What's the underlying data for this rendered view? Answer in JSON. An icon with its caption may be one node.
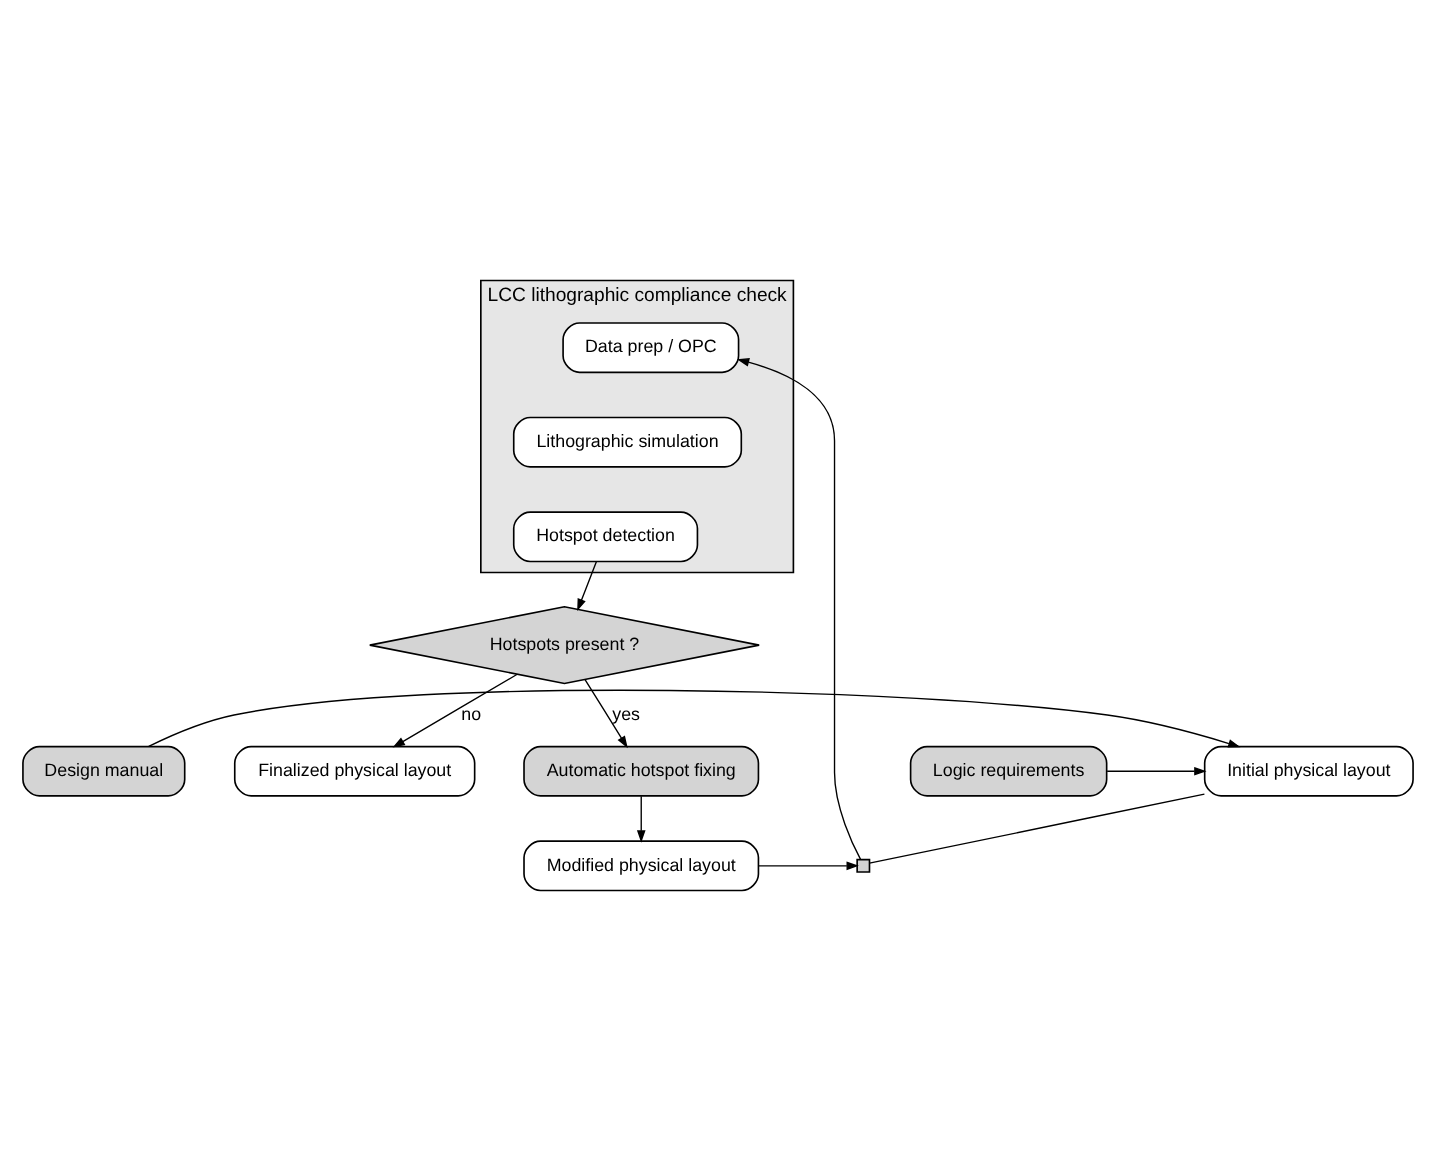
{
  "diagram": {
    "nodes": [
      {
        "text": [
          "Design manual"
        ]
      },
      {
        "text": [
          "Logic requirements"
        ]
      },
      {
        "text": [
          "Initial physical layout"
        ]
      },
      {
        "text": [
          "Modified physical layout"
        ]
      },
      {
        "text": [
          "LCC lithographic compliance check"
        ]
      },
      {
        "text": [
          "Data prep / OPC"
        ],
        "in": 4
      },
      {
        "text": [
          "Lithographic simulation"
        ],
        "in": 4
      },
      {
        "text": [
          "Hotspot detection"
        ],
        "in": 4
      },
      {
        "text": [
          "Automatic hotspot fixing"
        ]
      },
      {
        "text": [
          "Hotspots present ?"
        ]
      },
      {
        "text": [
          "Finalized physical layout"
        ]
      },
      {
        "text": [],
        "shape": "box"
      }
    ],
    "edges": [
      {
        "from": 0,
        "to": 2,
        "arrow": "to"
      },
      {
        "from": 1,
        "to": 2,
        "arrow": "to"
      },
      {
        "from": 2,
        "to": 11,
        "arrow": "none"
      },
      {
        "from": 3,
        "to": 11,
        "arrow": "to"
      },
      {
        "from": 11,
        "to": 5,
        "arrow": "to"
      },
      {
        "from": 7,
        "to": 9,
        "arrow": "to"
      },
      {
        "from": 9,
        "to": 8,
        "arrow": "to",
        "label": "yes"
      },
      {
        "from": 8,
        "to": 3,
        "arrow": "to"
      },
      {
        "from": 9,
        "to": 10,
        "arrow": "to",
        "label": "no"
      }
    ]
  }
}
